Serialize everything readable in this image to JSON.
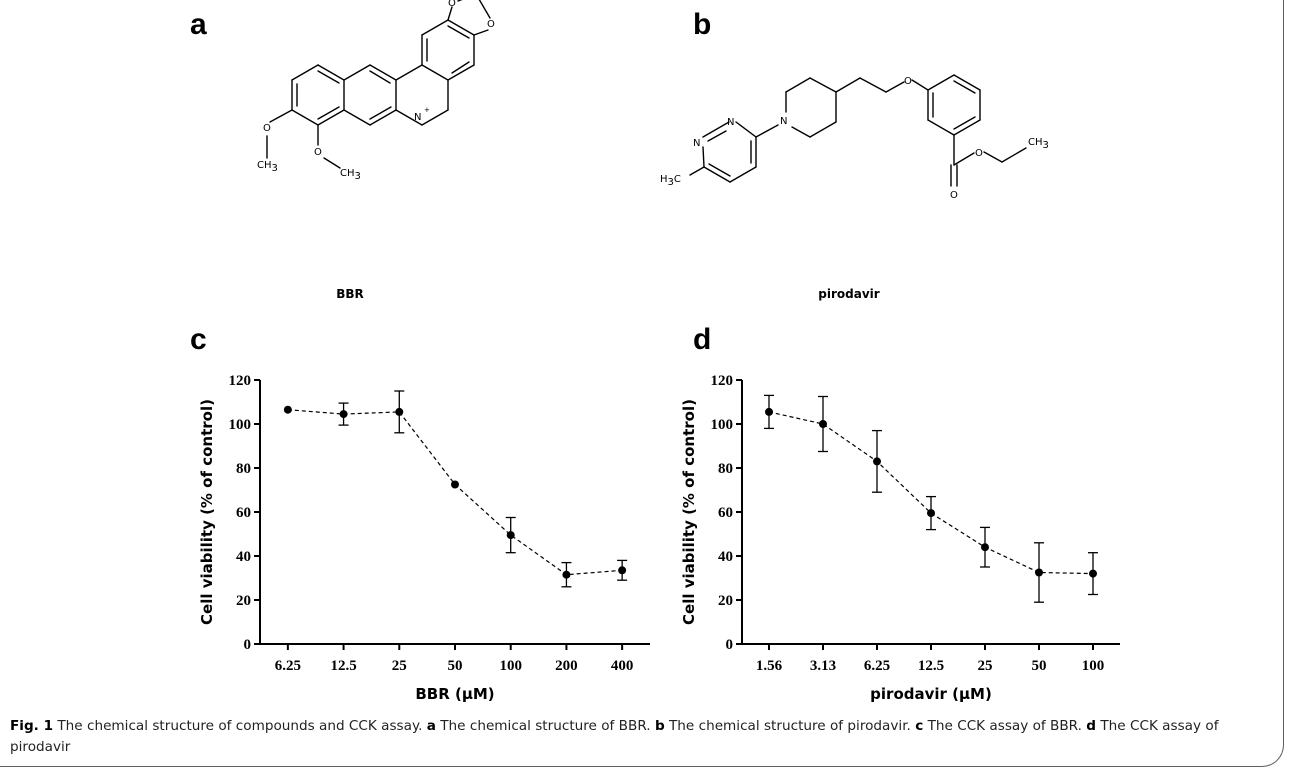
{
  "panels": {
    "a": {
      "letter": "a",
      "compound": "BBR"
    },
    "b": {
      "letter": "b",
      "compound": "pirodavir"
    },
    "c": {
      "letter": "c"
    },
    "d": {
      "letter": "d"
    }
  },
  "structure_labels": {
    "oxygen": "O",
    "nitrogen": "N",
    "charge": "+",
    "methyl": "CH",
    "methyl_sub": "3",
    "methyl_h": "H",
    "methyl_c": "C"
  },
  "chart_data": [
    {
      "type": "line",
      "title": "",
      "xlabel": "BBR (μM)",
      "ylabel": "Cell viability (% of control)",
      "categories": [
        "6.25",
        "12.5",
        "25",
        "50",
        "100",
        "200",
        "400"
      ],
      "series": [
        {
          "values": [
            106.5,
            104.5,
            105.5,
            72.5,
            49.5,
            31.5,
            33.5
          ],
          "errors": [
            0,
            5,
            9.5,
            0,
            8,
            5.5,
            4.5
          ]
        }
      ],
      "ylim": [
        0,
        120
      ],
      "yticks": [
        "0",
        "20",
        "40",
        "60",
        "80",
        "100",
        "120"
      ],
      "grid": false
    },
    {
      "type": "line",
      "title": "",
      "xlabel": "pirodavir (μM)",
      "ylabel": "Cell viability (% of control)",
      "categories": [
        "1.56",
        "3.13",
        "6.25",
        "12.5",
        "25",
        "50",
        "100"
      ],
      "series": [
        {
          "values": [
            105.5,
            100,
            83,
            59.5,
            44,
            32.5,
            32
          ],
          "errors": [
            7.5,
            12.5,
            14,
            7.5,
            9,
            13.5,
            9.5
          ]
        }
      ],
      "ylim": [
        0,
        120
      ],
      "yticks": [
        "0",
        "20",
        "40",
        "60",
        "80",
        "100",
        "120"
      ],
      "grid": false
    }
  ],
  "caption": {
    "fig_label": "Fig. 1",
    "intro": "The chemical structure of compounds and CCK assay.",
    "parts": [
      {
        "letter": "a",
        "text": "The chemical structure of BBR."
      },
      {
        "letter": "b",
        "text": "The chemical structure of pirodavir."
      },
      {
        "letter": "c",
        "text": "The CCK assay of BBR."
      },
      {
        "letter": "d",
        "text": "The CCK assay of pirodavir"
      }
    ]
  }
}
